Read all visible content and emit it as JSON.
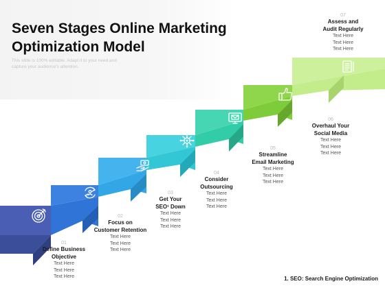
{
  "slide": {
    "title_line1": "Seven Stages Online Marketing",
    "title_line2": "Optimization Model",
    "subtitle_line1": "This slide is 100% editable. Adapt it to your need and",
    "subtitle_line2": "capture your audience's attention.",
    "footnote": "1. SEO: Search Engine Optimization"
  },
  "stages": [
    {
      "num": "01",
      "name1": "Define Business",
      "name2": "Objective",
      "text": [
        "Text Here",
        "Text Here",
        "Text Here"
      ],
      "color": "#4a5fb3",
      "icon": "target-icon"
    },
    {
      "num": "02",
      "name1": "Focus on",
      "name2": "Customer Retention",
      "text": [
        "Text Here",
        "Text Here",
        "Text Here"
      ],
      "color": "#2f74d6",
      "icon": "customer-retention-icon"
    },
    {
      "num": "03",
      "name1": "Get Your",
      "name2": "SEO¹ Down",
      "text": [
        "Text Here",
        "Text Here",
        "Text Here"
      ],
      "color": "#33a6e6",
      "icon": "money-hand-icon"
    },
    {
      "num": "04",
      "name1": "Consider",
      "name2": "Outsourcing",
      "text": [
        "Text Here",
        "Text Here",
        "Text Here"
      ],
      "color": "#33c7d6",
      "icon": "network-gear-icon"
    },
    {
      "num": "05",
      "name1": "Streamline",
      "name2": "Email Marketing",
      "text": [
        "Text Here",
        "Text Here",
        "Text Here"
      ],
      "color": "#33cca8",
      "icon": "email-screen-icon"
    },
    {
      "num": "06",
      "name1": "Overhaul Your",
      "name2": "Social Media",
      "text": [
        "Text Here",
        "Text Here",
        "Text Here"
      ],
      "color": "#7fcc3a",
      "icon": "thumbs-up-icon"
    },
    {
      "num": "07",
      "name1": "Assess and",
      "name2": "Audit Regularly",
      "text": [
        "Text Here",
        "Text Here",
        "Text Here"
      ],
      "color": "#c3ec8a",
      "icon": "audit-document-icon"
    }
  ]
}
